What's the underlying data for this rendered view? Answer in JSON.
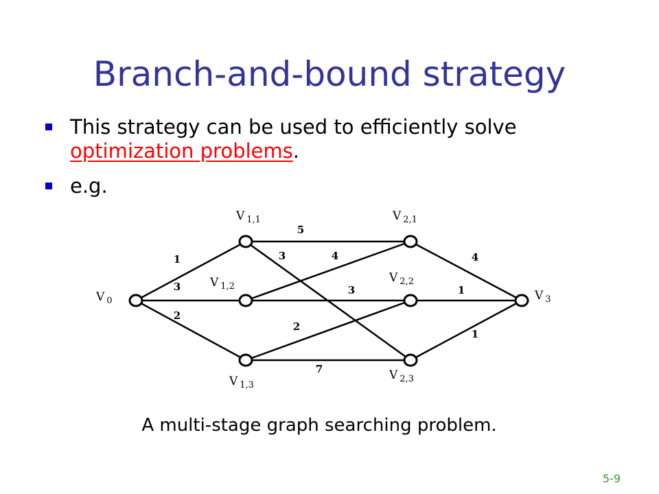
{
  "title": "Branch-and-bound strategy",
  "bullets": [
    {
      "text_before": "This strategy can be used to efficiently solve ",
      "link_text": "optimization problems",
      "text_after": "."
    },
    {
      "text_before": "e.g.",
      "link_text": "",
      "text_after": ""
    }
  ],
  "graph": {
    "nodes": [
      {
        "id": "v0",
        "main": "V",
        "sub": "0"
      },
      {
        "id": "v11",
        "main": "V",
        "sub": "1,1"
      },
      {
        "id": "v12",
        "main": "V",
        "sub": "1,2"
      },
      {
        "id": "v13",
        "main": "V",
        "sub": "1,3"
      },
      {
        "id": "v21",
        "main": "V",
        "sub": "2,1"
      },
      {
        "id": "v22",
        "main": "V",
        "sub": "2,2"
      },
      {
        "id": "v23",
        "main": "V",
        "sub": "2,3"
      },
      {
        "id": "v3",
        "main": "V",
        "sub": "3"
      }
    ],
    "edges": [
      {
        "from": "v0",
        "to": "v11",
        "weight": "1"
      },
      {
        "from": "v0",
        "to": "v12",
        "weight": "3"
      },
      {
        "from": "v0",
        "to": "v13",
        "weight": "2"
      },
      {
        "from": "v11",
        "to": "v21",
        "weight": "5"
      },
      {
        "from": "v11",
        "to": "v23",
        "weight": "3"
      },
      {
        "from": "v12",
        "to": "v21",
        "weight": "4"
      },
      {
        "from": "v12",
        "to": "v22",
        "weight": "3"
      },
      {
        "from": "v13",
        "to": "v22",
        "weight": "2"
      },
      {
        "from": "v13",
        "to": "v23",
        "weight": "7"
      },
      {
        "from": "v21",
        "to": "v3",
        "weight": "4"
      },
      {
        "from": "v22",
        "to": "v3",
        "weight": "1"
      },
      {
        "from": "v23",
        "to": "v3",
        "weight": "1"
      }
    ]
  },
  "caption": "A multi-stage graph searching problem.",
  "slide_number": "5-9"
}
